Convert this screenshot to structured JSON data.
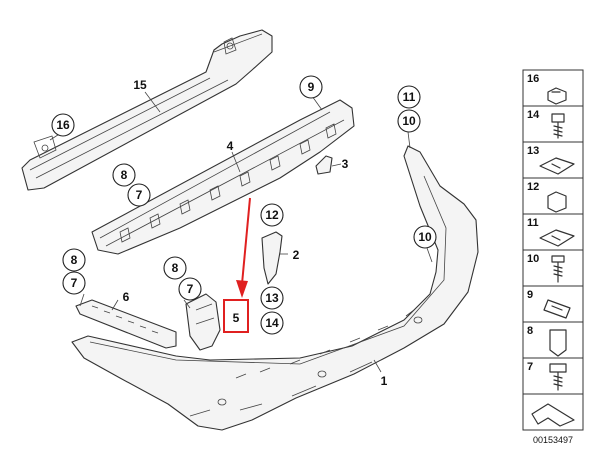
{
  "callouts": {
    "c15": "15",
    "c16": "16",
    "c9": "9",
    "c11": "11",
    "c10a": "10",
    "c4": "4",
    "c3": "3",
    "c8a": "8",
    "c7a": "7",
    "c12": "12",
    "c2": "2",
    "c10b": "10",
    "c8b": "8",
    "c7b": "7",
    "c6": "6",
    "c8c": "8",
    "c7c": "7",
    "c5": "5",
    "c13": "13",
    "c14": "14",
    "c1": "1"
  },
  "sidebar": {
    "items": [
      "16",
      "14",
      "13",
      "12",
      "11",
      "10",
      "9",
      "8",
      "7"
    ]
  },
  "highlight": {
    "color": "#e02020"
  },
  "diagram_code": "00153497"
}
